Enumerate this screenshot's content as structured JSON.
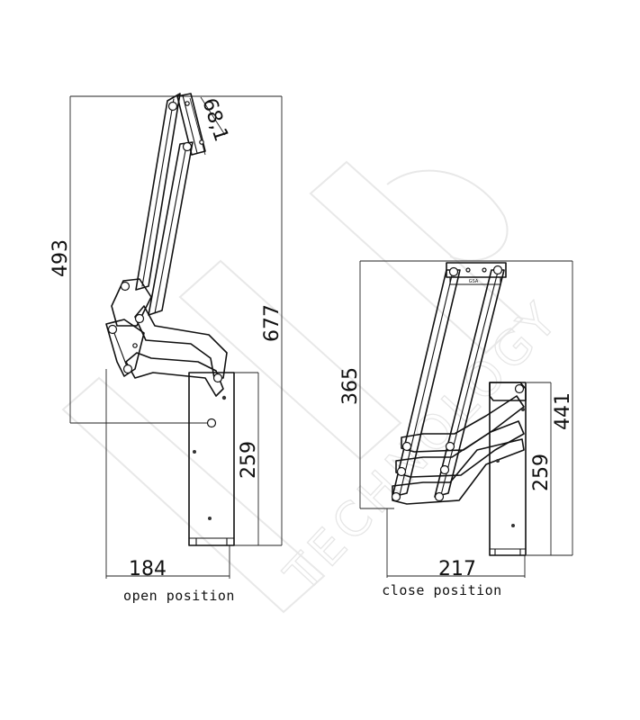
{
  "open_position": {
    "caption": "open position",
    "dim_width": "184",
    "dim_lift_height": "493",
    "dim_total_height": "677",
    "dim_base_height": "259",
    "dim_top_plate": "68,1"
  },
  "close_position": {
    "caption": "close position",
    "dim_width": "217",
    "dim_height": "365",
    "dim_bracket_height": "441",
    "dim_base_height": "259",
    "plate_marking": "GSA"
  },
  "watermark": {
    "text": "TECHNOLOGY"
  }
}
